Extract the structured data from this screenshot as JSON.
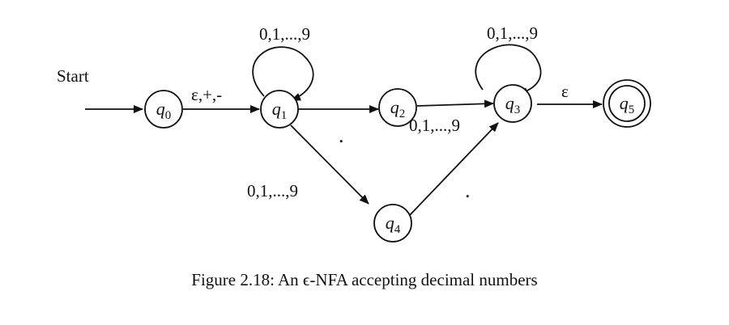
{
  "diagram": {
    "start_label": "Start",
    "states": [
      {
        "id": "q0",
        "letter": "q",
        "sub": "0",
        "accepting": false
      },
      {
        "id": "q1",
        "letter": "q",
        "sub": "1",
        "accepting": false
      },
      {
        "id": "q2",
        "letter": "q",
        "sub": "2",
        "accepting": false
      },
      {
        "id": "q3",
        "letter": "q",
        "sub": "3",
        "accepting": false
      },
      {
        "id": "q4",
        "letter": "q",
        "sub": "4",
        "accepting": false
      },
      {
        "id": "q5",
        "letter": "q",
        "sub": "5",
        "accepting": true
      }
    ],
    "transitions": [
      {
        "from": "q0",
        "to": "q1",
        "label": "ε,+,-"
      },
      {
        "from": "q1",
        "to": "q1",
        "label": "0,1,...,9"
      },
      {
        "from": "q1",
        "to": "q2",
        "label": "."
      },
      {
        "from": "q1",
        "to": "q4",
        "label": "0,1,...,9"
      },
      {
        "from": "q2",
        "to": "q3",
        "label": "0,1,...,9"
      },
      {
        "from": "q3",
        "to": "q3",
        "label": "0,1,...,9"
      },
      {
        "from": "q4",
        "to": "q3",
        "label": "."
      },
      {
        "from": "q3",
        "to": "q5",
        "label": "ε"
      }
    ],
    "caption": "Figure 2.18: An ϵ-NFA accepting decimal numbers"
  }
}
